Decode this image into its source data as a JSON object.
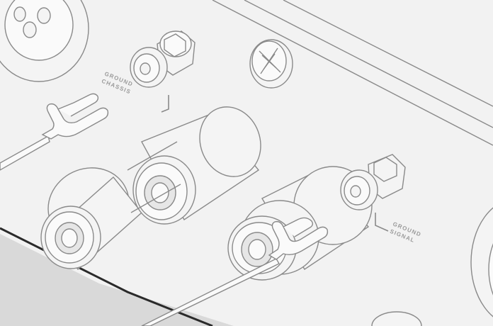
{
  "labels": {
    "ground_chassis_line1": "GROUND",
    "ground_chassis_line2": "CHASSIS",
    "ground_signal_line1": "GROUND",
    "ground_signal_line2": "SIGNAL"
  },
  "colors": {
    "background": "#f2f2f2",
    "outline": "#8a8a8a",
    "label": "#9a9a9a",
    "bottom_panel": "#d9d9d9"
  }
}
